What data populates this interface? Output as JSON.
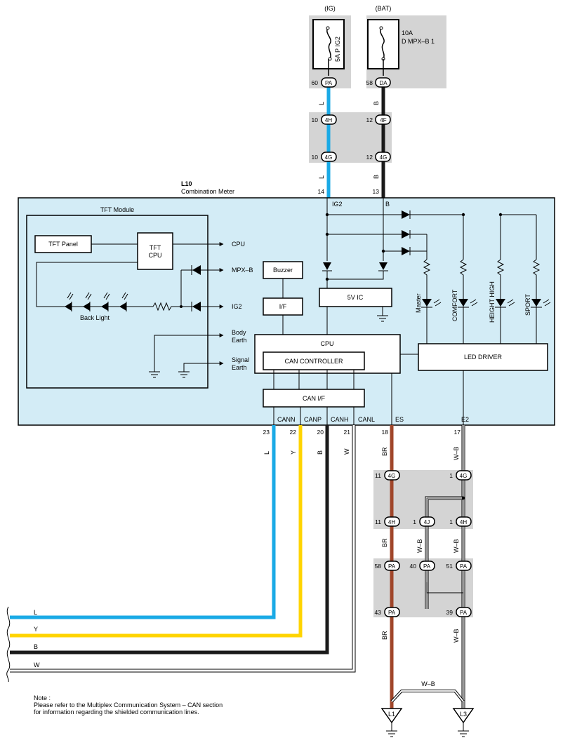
{
  "fuses": {
    "ig_label": "(IG)",
    "bat_label": "(BAT)",
    "ig_fuse": "5A P IG2",
    "bat_fuse_amp": "10A",
    "bat_fuse_name": "D MPX–B 1"
  },
  "connectors": {
    "pa": "PA",
    "da": "DA",
    "c4h": "4H",
    "c4f": "4F",
    "c4g": "4G",
    "c4j": "4J"
  },
  "pins": {
    "p60": "60",
    "p58": "58",
    "p10a": "10",
    "p12a": "12",
    "p10b": "10",
    "p12b": "12",
    "p14": "14",
    "p13": "13",
    "p23": "23",
    "p22": "22",
    "p20": "20",
    "p21": "21",
    "p18": "18",
    "p17": "17",
    "p11a": "11",
    "p1a": "1",
    "p11b": "11",
    "p1b": "1",
    "p1c": "1",
    "p58b": "58",
    "p40": "40",
    "p51": "51",
    "p43": "43",
    "p39": "39"
  },
  "wire_colors": {
    "L": "L",
    "B": "B",
    "Y": "Y",
    "W": "W",
    "BR": "BR",
    "WB": "W–B"
  },
  "meter": {
    "code": "L10",
    "name": "Combination Meter",
    "tft_module": "TFT Module",
    "tft_panel": "TFT Panel",
    "tft_cpu_1": "TFT",
    "tft_cpu_2": "CPU",
    "cpu_out": "CPU",
    "mpxb": "MPX–B",
    "ig2_in": "IG2",
    "back_light": "Back Light",
    "body_earth_1": "Body",
    "body_earth_2": "Earth",
    "signal_earth_1": "Signal",
    "signal_earth_2": "Earth",
    "buzzer": "Buzzer",
    "if": "I/F",
    "five_v_ic": "5V IC",
    "cpu": "CPU",
    "can_controller": "CAN CONTROLLER",
    "can_if": "CAN I/F",
    "led_driver": "LED DRIVER",
    "master": "Master",
    "comfort": "COMFORT",
    "height_high": "HEIGHT HIGH",
    "sport": "SPORT",
    "term_ig2": "IG2",
    "term_b": "B",
    "term_cann": "CANN",
    "term_canp": "CANP",
    "term_canh": "CANH",
    "term_canl": "CANL",
    "term_es": "ES",
    "term_e2": "E2"
  },
  "grounds": {
    "l1": "L1",
    "l3": "L3"
  },
  "note": {
    "line1": "Note :",
    "line2": "Please refer to the Multiplex Communication System – CAN section",
    "line3": "for information regarding the shielded communication lines."
  },
  "colors": {
    "blue_wire": "#1aaae6",
    "yellow_wire": "#ffd400",
    "black_wire": "#1a1a1a",
    "brown_wire": "#a0462a",
    "panel_fill": "#d3ecf6",
    "junction_fill": "#d4d4d4"
  }
}
